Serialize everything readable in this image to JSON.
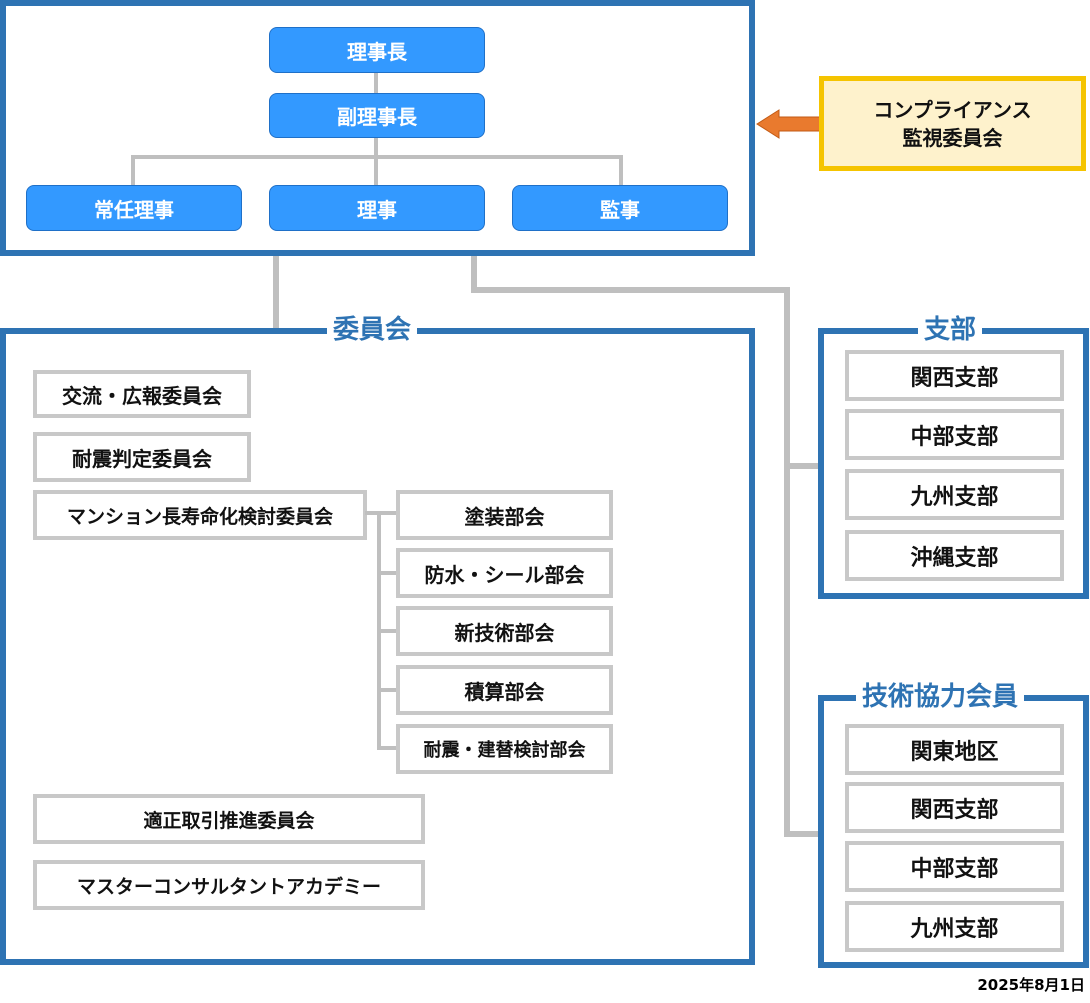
{
  "board": {
    "chairman": "理事長",
    "vice_chairman": "副理事長",
    "members": [
      "常任理事",
      "理事",
      "監事"
    ]
  },
  "compliance": {
    "line1": "コンプライアンス",
    "line2": "監視委員会"
  },
  "committees": {
    "title": "委員会",
    "items": [
      "交流・広報委員会",
      "耐震判定委員会",
      "マンション長寿命化検討委員会"
    ],
    "subcommittees": [
      "塗装部会",
      "防水・シール部会",
      "新技術部会",
      "積算部会",
      "耐震・建替検討部会"
    ],
    "items_bottom": [
      "適正取引推進委員会",
      "マスターコンサルタントアカデミー"
    ]
  },
  "branches": {
    "title": "支部",
    "items": [
      "関西支部",
      "中部支部",
      "九州支部",
      "沖縄支部"
    ]
  },
  "tech_members": {
    "title": "技術協力会員",
    "items": [
      "関東地区",
      "関西支部",
      "中部支部",
      "九州支部"
    ]
  },
  "date": "2025年8月1日",
  "colors": {
    "frame_blue": "#2e73b3",
    "button_blue": "#3399ff",
    "connector_gray": "#bfbfbf",
    "compliance_border": "#f5c400",
    "compliance_fill": "#fef2cc",
    "arrow_orange": "#e97a2e"
  }
}
